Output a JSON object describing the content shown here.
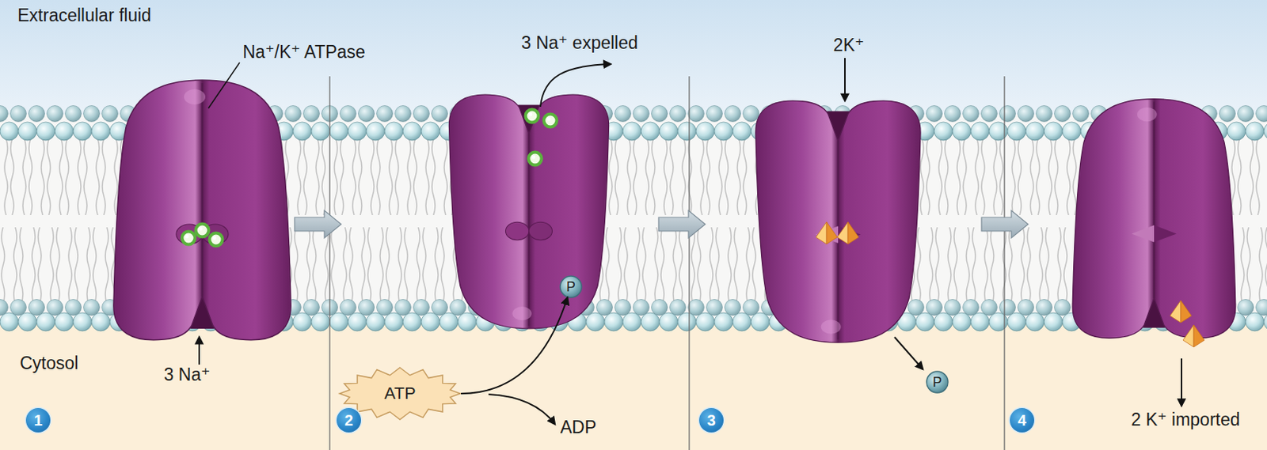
{
  "diagram": {
    "nodes": [
      {
        "text": [
          "ATP"
        ]
      },
      {
        "text": [
          "P"
        ]
      },
      {
        "text": [
          "P"
        ]
      }
    ],
    "edges": [
      {
        "from": 0,
        "to": 1,
        "arrow": "to"
      }
    ],
    "labels": [
      "Extracellular fluid",
      "Na⁺/K⁺ ATPase",
      "3 Na⁺",
      "Cytosol",
      "1",
      "3 Na⁺ expelled",
      "2",
      "ADP",
      "2K⁺",
      "3",
      "2 K⁺ imported",
      "4"
    ]
  }
}
